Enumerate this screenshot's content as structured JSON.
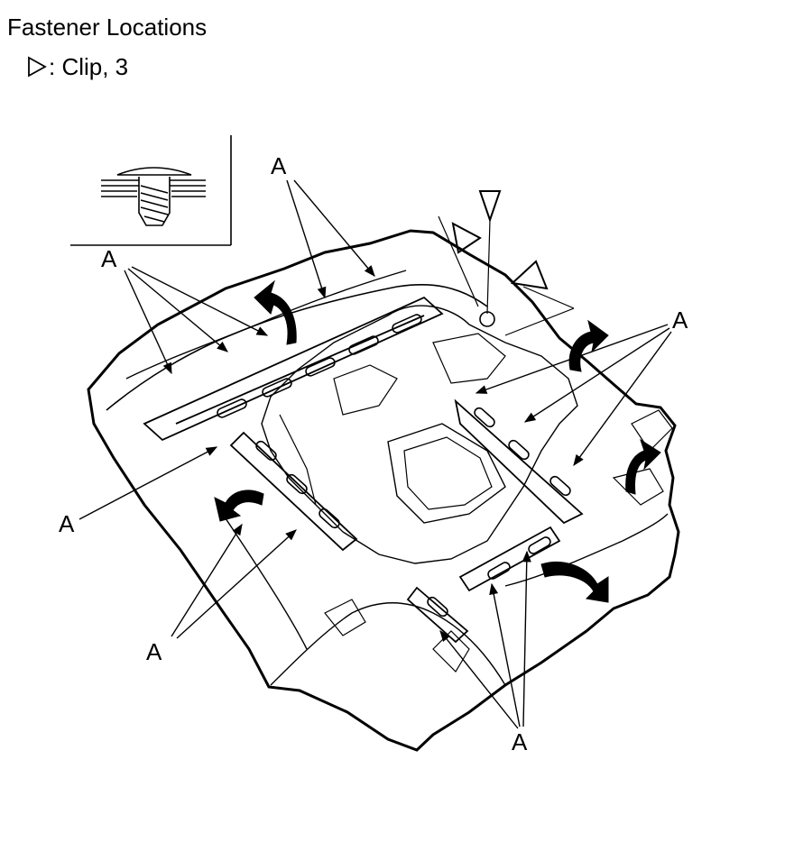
{
  "title": "Fastener Locations",
  "legend": {
    "symbol": "triangle-outline-right",
    "text": ": Clip, 3"
  },
  "callout_label": "A",
  "colors": {
    "line": "#000000",
    "background": "#ffffff"
  }
}
